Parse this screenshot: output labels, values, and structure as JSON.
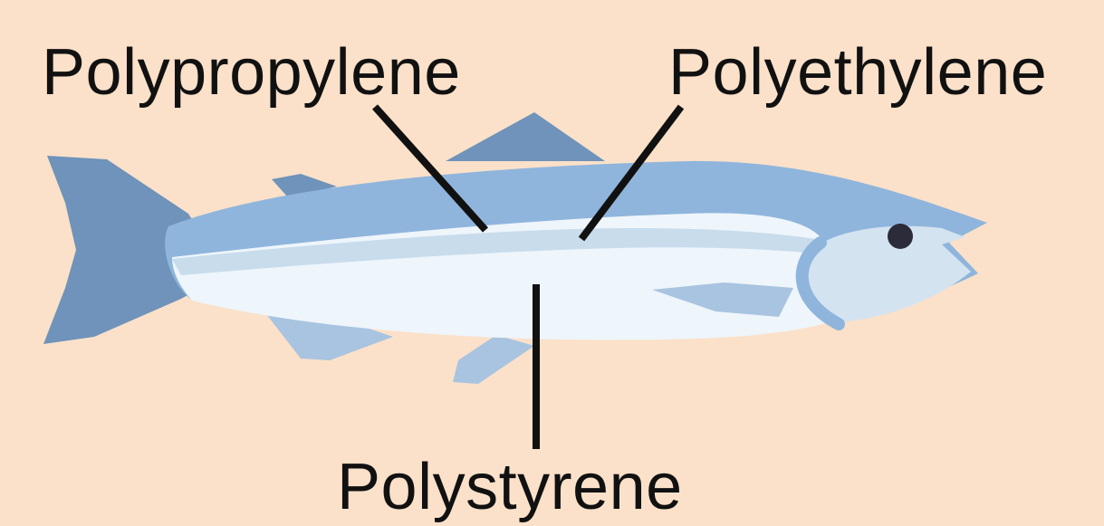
{
  "labels": {
    "polypropylene": "Polypropylene",
    "polyethylene": "Polyethylene",
    "polystyrene": "Polystyrene"
  },
  "colors": {
    "background": "#fbe1c9",
    "fish_back": "#8fb5dc",
    "fish_fin": "#6f93ba",
    "fish_belly": "#eef5fb",
    "fish_stripe": "#c8dcec",
    "fish_eye": "#2b2b3a",
    "leader_line": "#111111",
    "text": "#111111"
  },
  "icons": {
    "fish": "fish-illustration"
  }
}
